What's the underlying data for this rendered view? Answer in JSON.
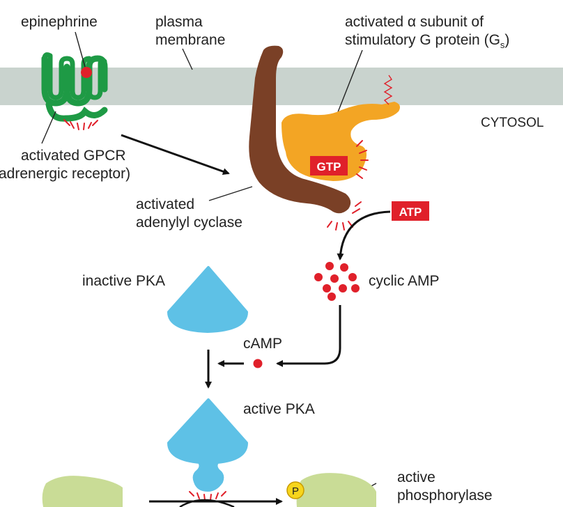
{
  "labels": {
    "epinephrine": "epinephrine",
    "plasma_1": "plasma",
    "plasma_2": "membrane",
    "galpha_1": "activated α subunit of",
    "galpha_2": "stimulatory G protein (G",
    "galpha_sub": "s",
    "galpha_close": ")",
    "cytosol": "CYTOSOL",
    "gpcr_1": "activated GPCR",
    "gpcr_2": "adrenergic receptor)",
    "cyclase_1": "activated",
    "cyclase_2": "adenylyl cyclase",
    "gtp": "GTP",
    "atp": "ATP",
    "cyclic_amp": "cyclic AMP",
    "inactive_pka": "inactive PKA",
    "camp": "cAMP",
    "active_pka": "active PKA",
    "phosphate": "P",
    "phosphorylase_1": "active",
    "phosphorylase_2": "phosphorylase"
  },
  "colors": {
    "membrane": "#c9d3ce",
    "receptor": "#1e9a45",
    "epinephrine": "#e0202a",
    "cyclase": "#7a4026",
    "g_protein": "#f3a524",
    "pka": "#5ec1e6",
    "phosphorylase": "#c9dc96",
    "label_box": "#e0202a",
    "phosphate": "#f7d51c"
  }
}
